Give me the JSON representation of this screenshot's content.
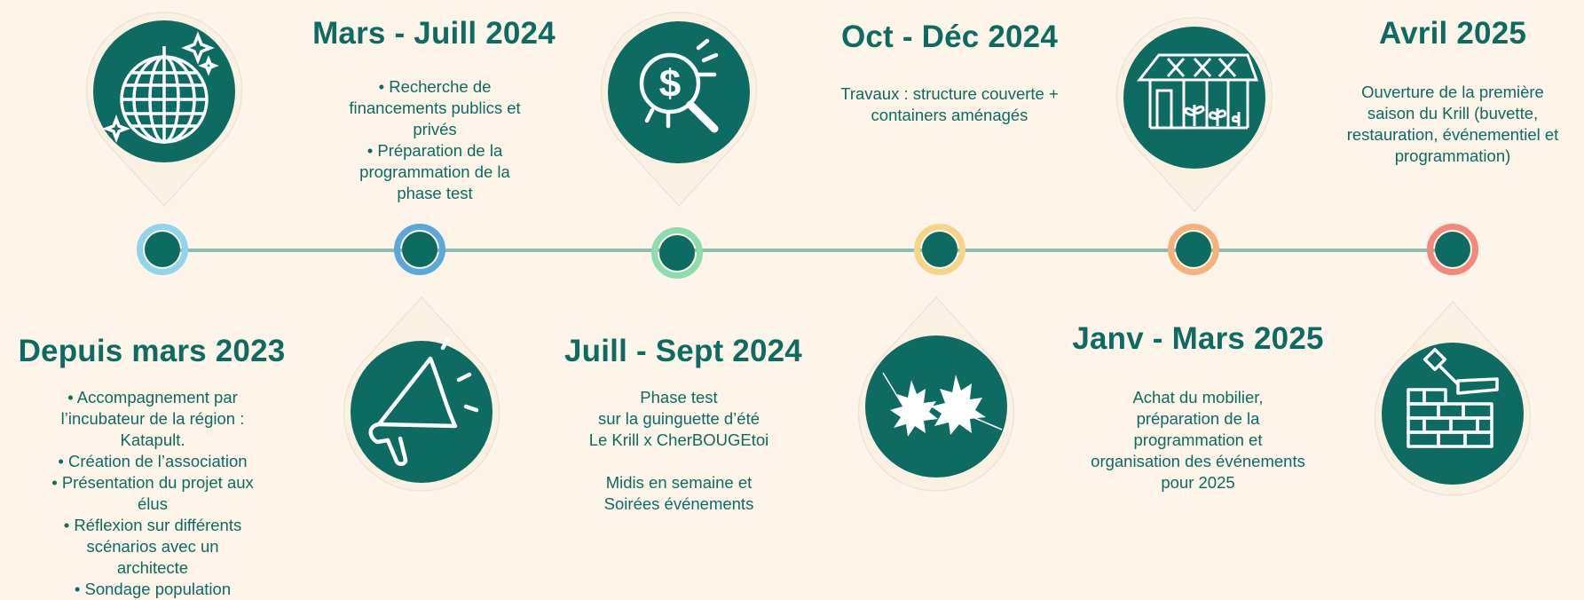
{
  "steps": [
    {
      "title": "Depuis mars 2023",
      "lines": [
        "• Accompagnement par",
        "l’incubateur de la région :",
        "Katapult.",
        "• Création de l’association",
        "• Présentation du projet aux",
        "élus",
        "• Réflexion sur différents",
        "scénarios avec un",
        "architecte",
        "• Sondage population"
      ],
      "icon": "disco-ball-icon",
      "node_color": "#8fd6ea"
    },
    {
      "title": "Mars - Juill 2024",
      "lines": [
        "• Recherche de",
        "financements publics et",
        "privés",
        "• Préparation de la",
        "programmation de la",
        "phase test"
      ],
      "icon": "megaphone-icon",
      "node_color": "#5aa9d8"
    },
    {
      "title": "Juill - Sept 2024",
      "lines": [
        "Phase test",
        "sur la guinguette d’été",
        "Le Krill x CherBOUGEtoi",
        "",
        "Midis en semaine et",
        "Soirées événements"
      ],
      "icon": "dollar-search-icon",
      "node_color": "#8fdcae"
    },
    {
      "title": "Oct - Déc 2024",
      "lines": [
        "Travaux : structure couverte +",
        "containers aménagés"
      ],
      "icon": "autumn-leaves-icon",
      "node_color": "#f6d58a"
    },
    {
      "title": "Janv - Mars 2025",
      "lines": [
        "Achat du mobilier,",
        "préparation de la",
        "programmation et",
        "organisation des événements",
        "pour 2025"
      ],
      "icon": "greenhouse-icon",
      "node_color": "#f5b27c"
    },
    {
      "title": "Avril 2025",
      "lines": [
        "Ouverture de la première",
        "saison du Krill (buvette,",
        "restauration, événementiel et",
        "programmation)"
      ],
      "icon": "brick-wall-trowel-icon",
      "node_color": "#f4887a"
    }
  ],
  "colors": {
    "background": "#fdf5e9",
    "primary": "#0d6b62",
    "line": "#8fbcb0"
  }
}
